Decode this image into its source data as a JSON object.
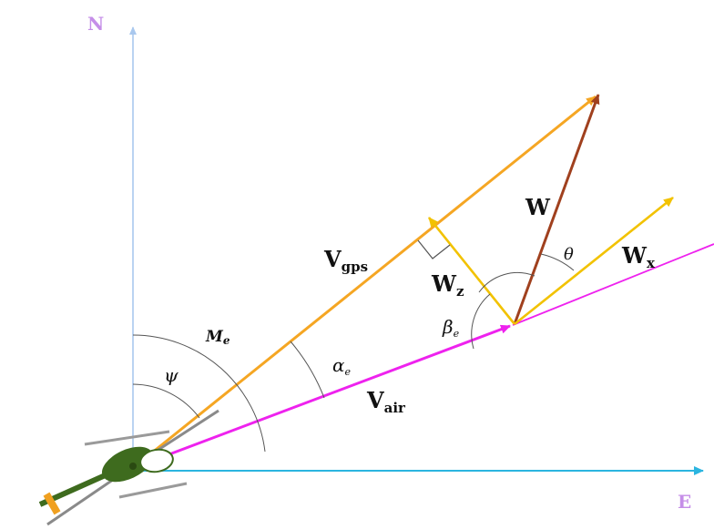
{
  "labels": {
    "north": "N",
    "east": "E",
    "v_gps_main": "V",
    "v_gps_sub": "gps",
    "v_air_main": "V",
    "v_air_sub": "air",
    "w": "W",
    "w_x_main": "W",
    "w_x_sub": "x",
    "w_z_main": "W",
    "w_z_sub": "z",
    "psi": "ψ",
    "m_e_main": "M",
    "m_e_sub": "e",
    "alpha_main": "α",
    "alpha_sub": "e",
    "beta_main": "β",
    "beta_sub": "e",
    "theta": "θ"
  },
  "colors": {
    "north_axis": "#a9c8ee",
    "east_axis": "#2bb5e0",
    "axis_label": "#c58ee8",
    "v_gps": "#f5a623",
    "v_air": "#ee22ee",
    "w": "#a0401e",
    "w_components": "#f2c200",
    "angle_arcs": "#555555",
    "helicopter_body": "#3e6b1e",
    "helicopter_tail": "#f0a020",
    "helicopter_skids": "#9a9a9a"
  }
}
